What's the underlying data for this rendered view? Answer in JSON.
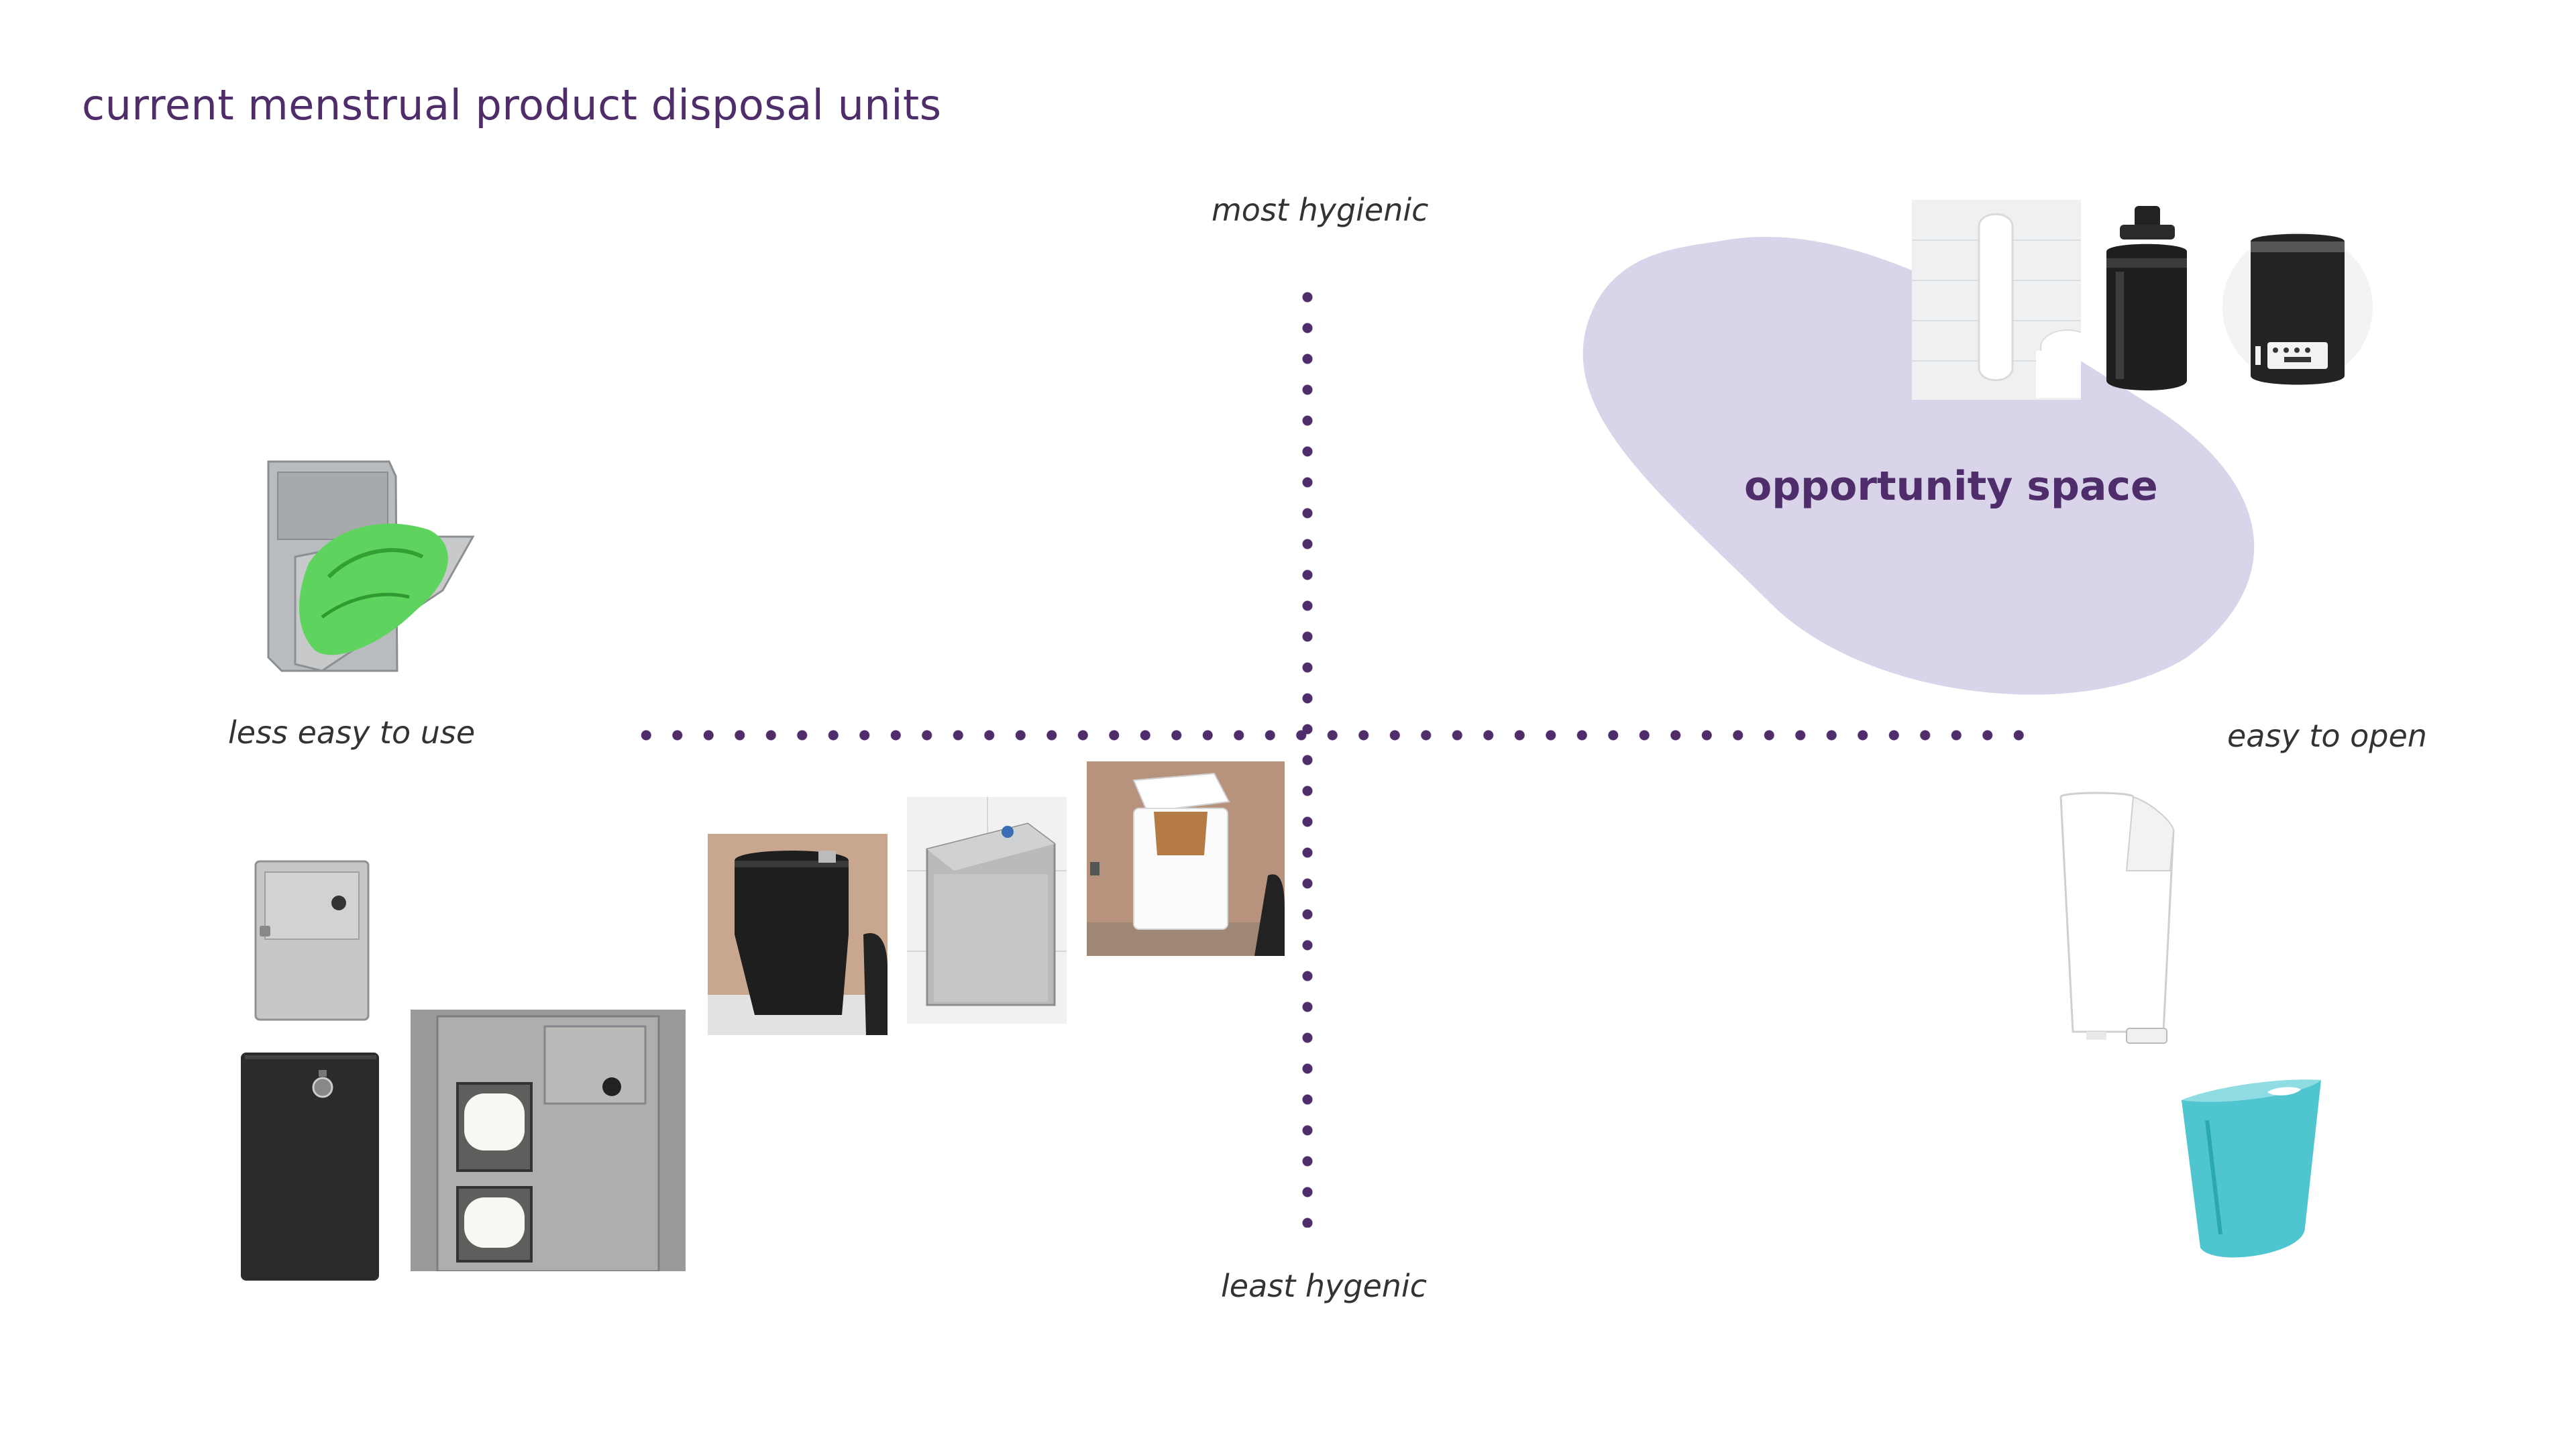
{
  "title": "current menstrual product disposal units",
  "axes": {
    "top": "most hygienic",
    "bottom": "least hygenic",
    "left": "less easy to use",
    "right": "easy to open"
  },
  "opportunity": {
    "label": "opportunity space",
    "color": "#d9d4ea"
  },
  "colors": {
    "accent": "#4e2d6a",
    "dots": "#4e2d6a"
  },
  "products": [
    {
      "name": "stainless tilt-out bin with green liner",
      "quadrant": "upper-left"
    },
    {
      "name": "white wall-mounted pod dispenser",
      "quadrant": "upper-right"
    },
    {
      "name": "black push-top canister",
      "quadrant": "upper-right"
    },
    {
      "name": "black electronic sensor unit",
      "quadrant": "upper-right"
    },
    {
      "name": "small stainless wall receptacle",
      "quadrant": "lower-left"
    },
    {
      "name": "black wall receptacle",
      "quadrant": "lower-left"
    },
    {
      "name": "recessed toilet tissue and disposal panel",
      "quadrant": "lower-left"
    },
    {
      "name": "black plastic wall bin",
      "quadrant": "lower-left"
    },
    {
      "name": "stainless sloped-lid wall bin",
      "quadrant": "lower-left"
    },
    {
      "name": "white bin with paper bag liner",
      "quadrant": "lower-left"
    },
    {
      "name": "white slim pedal bin",
      "quadrant": "lower-right"
    },
    {
      "name": "teal slim waste basket",
      "quadrant": "lower-right"
    }
  ]
}
